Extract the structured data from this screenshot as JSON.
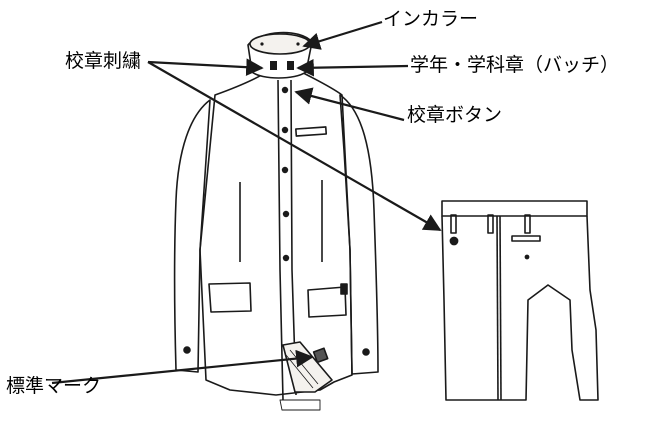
{
  "labels": {
    "collar": "インカラー",
    "emblem": "校章刺繍",
    "badge": "学年・学科章（バッチ）",
    "button": "校章ボタン",
    "mark": "標準マーク"
  },
  "colors": {
    "line": "#1a1a1a",
    "paper": "#ffffff",
    "tint": "#f4f2ee"
  }
}
